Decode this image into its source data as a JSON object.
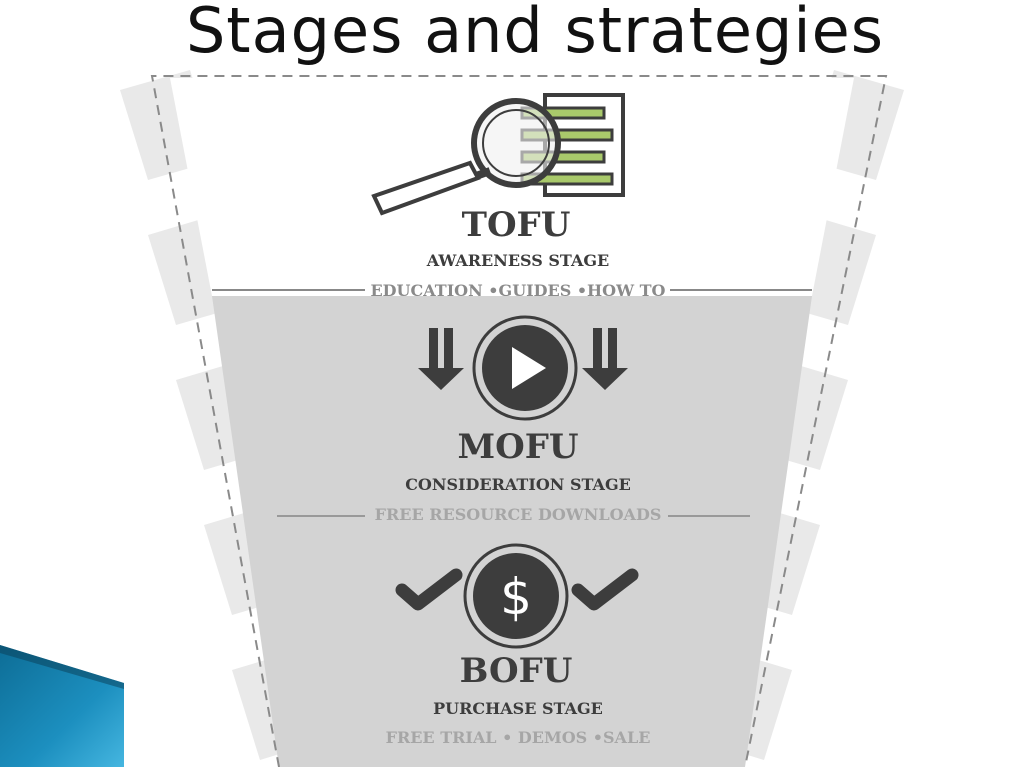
{
  "slide": {
    "title": "Stages and strategies"
  },
  "stages": [
    {
      "code": "TOFU",
      "stage": "AWARENESS STAGE",
      "strategies": "EDUCATION •GUIDES •HOW TO",
      "icon": "magnifier-document-icon"
    },
    {
      "code": "MOFU",
      "stage": "CONSIDERATION STAGE",
      "strategies": "FREE RESOURCE DOWNLOADS",
      "icon": "play-button-icon"
    },
    {
      "code": "BOFU",
      "stage": "PURCHASE STAGE",
      "strategies": "FREE TRIAL • DEMOS •SALE",
      "icon": "dollar-coin-icon"
    }
  ],
  "colors": {
    "funnel_fill": "#d3d3d3",
    "arrow_fill": "#e9e9e9",
    "icon_dark": "#3d3d3d",
    "icon_green": "#a9c96b",
    "accent_blue": "#1c8fbf"
  }
}
